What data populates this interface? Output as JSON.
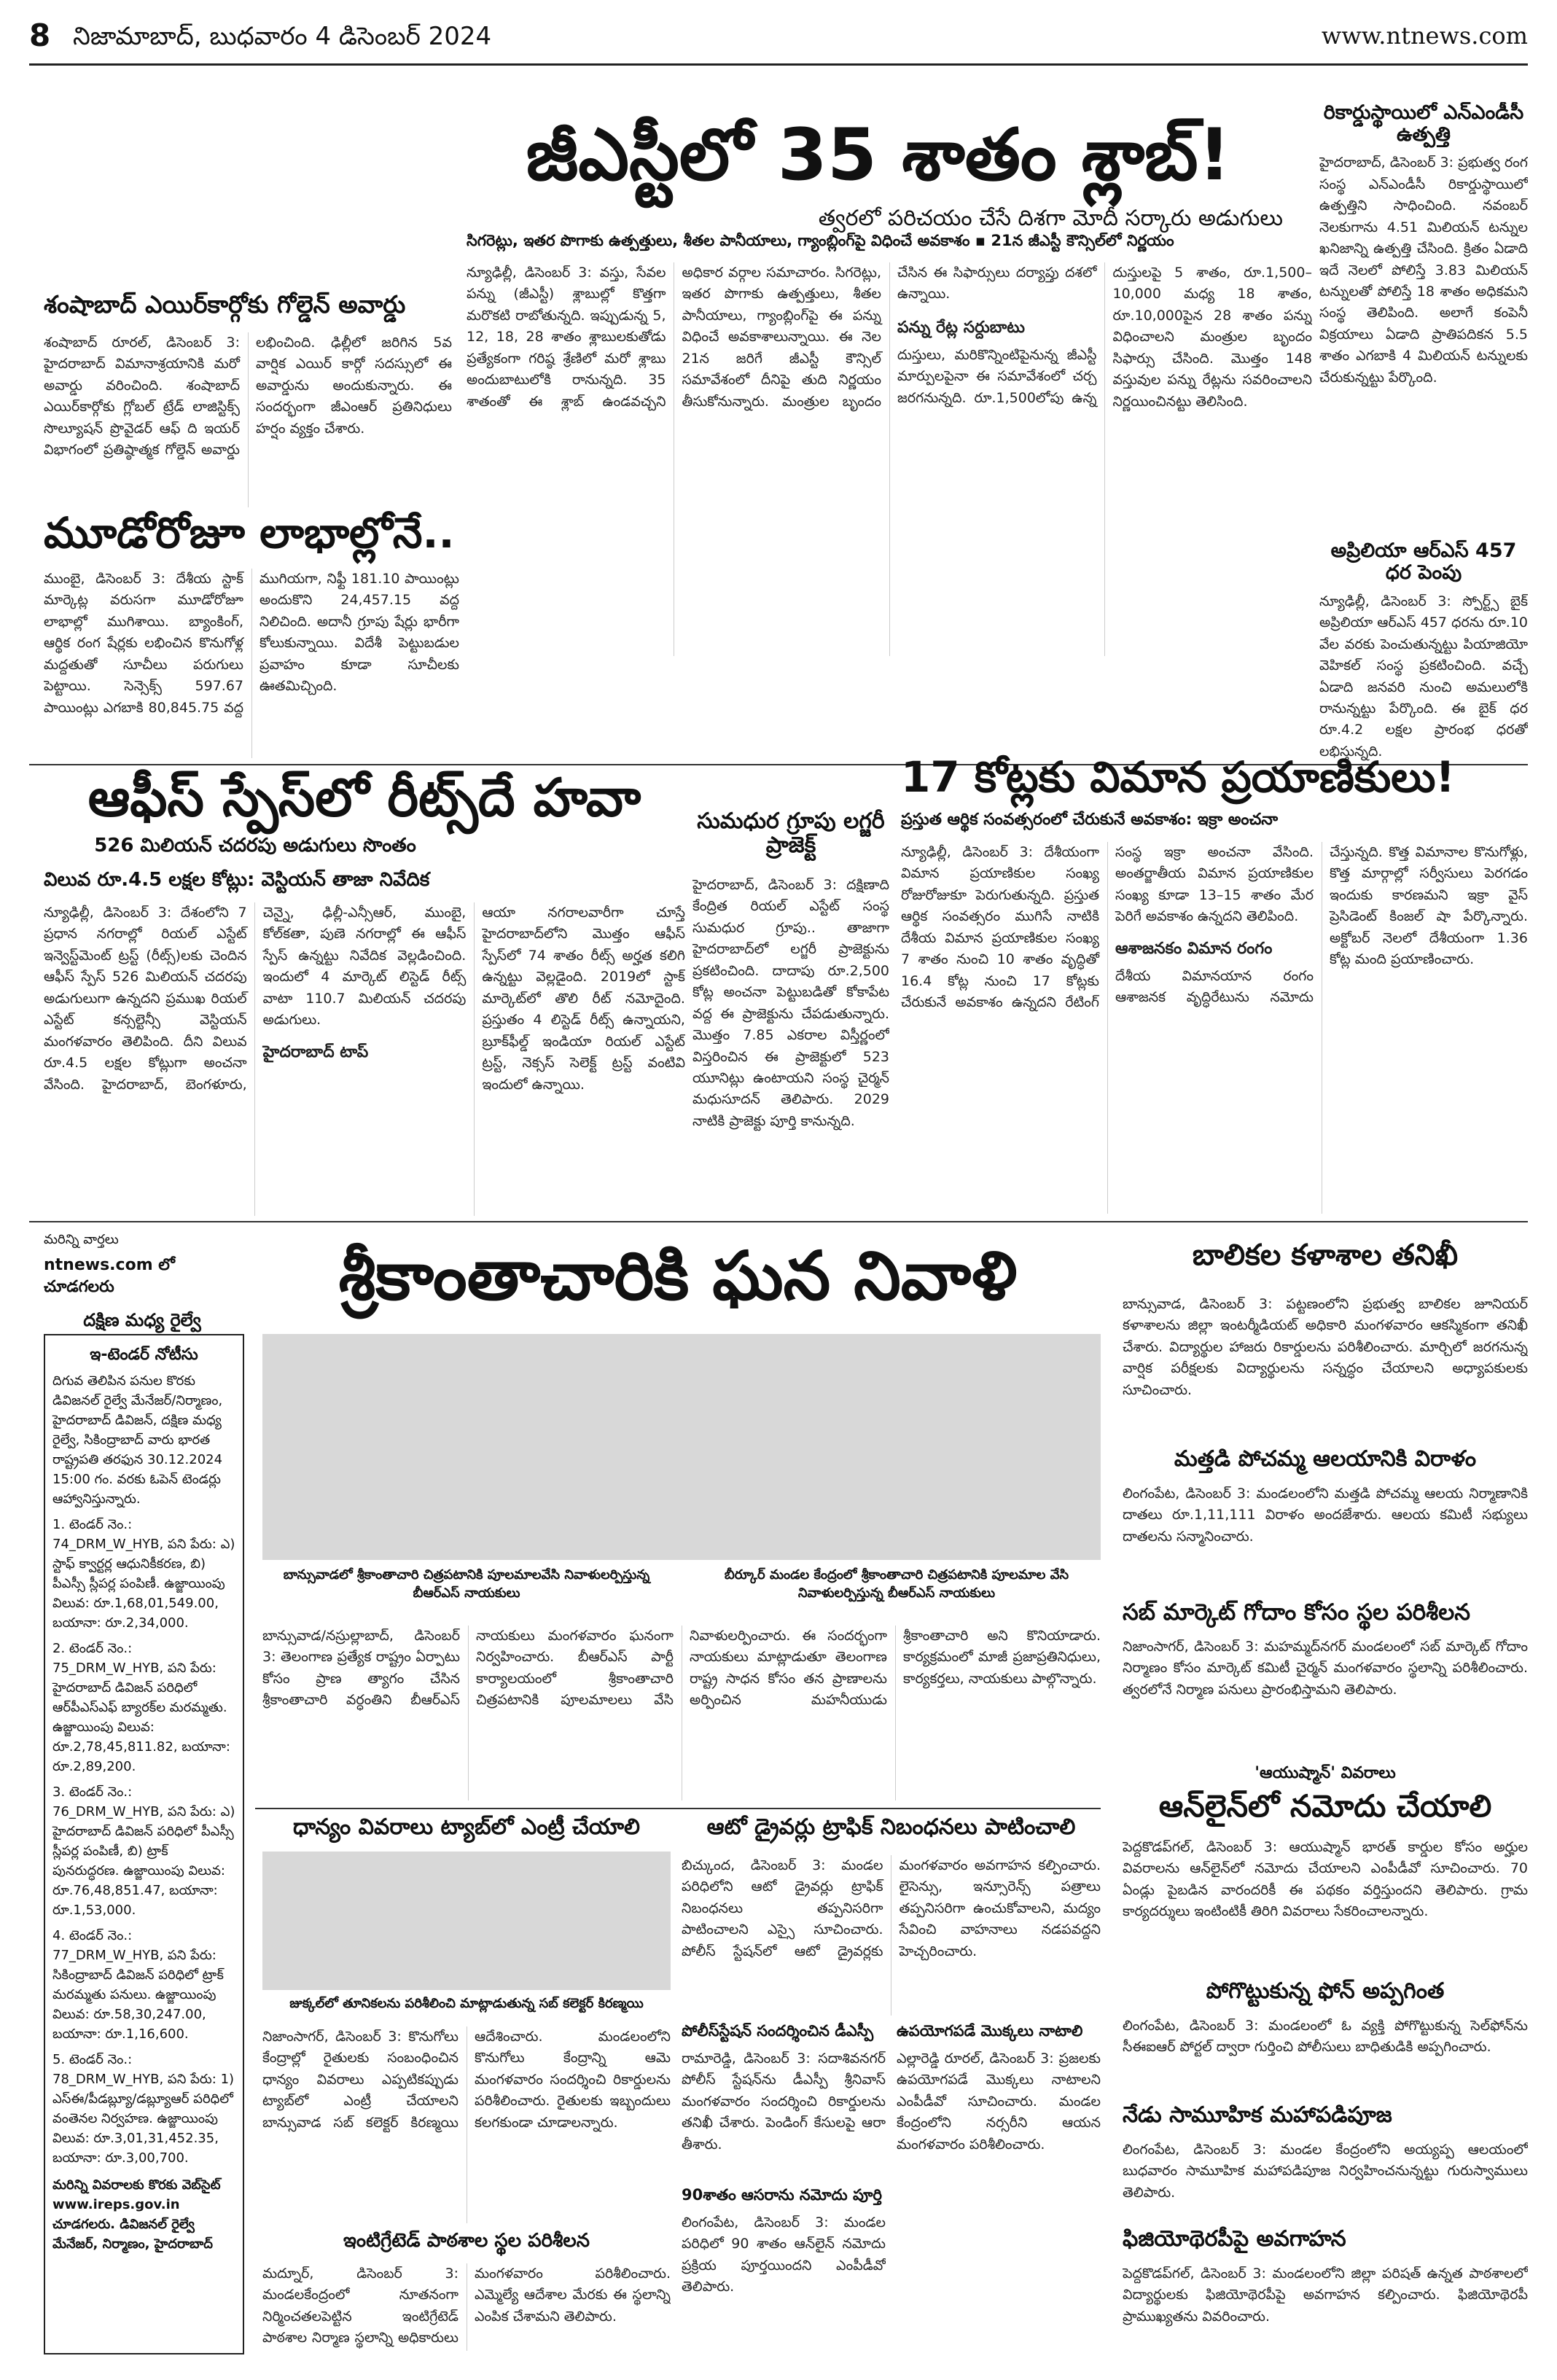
{
  "header": {
    "page_number": "8",
    "dateline": "నిజామాబాద్, బుధవారం 4 డిసెంబర్ 2024",
    "website": "www.ntnews.com"
  },
  "lead": {
    "headline": "జీఎస్టీలో 35 శాతం శ్లాబ్!",
    "kicker": "త్వరలో పరిచయం చేసే దిశగా మోదీ సర్కారు అడుగులు",
    "subline": "సిగరెట్లు, ఇతర పొగాకు ఉత్పత్తులు, శీతల పానీయాలు, గ్యాంబ్లింగ్‌పై విధించే అవకాశం ▪ 21న జీఎస్టీ కౌన్సిల్‌లో నిర్ణయం",
    "body": "న్యూఢిల్లీ, డిసెంబర్ 3: వస్తు, సేవల పన్ను (జీఎస్టీ) శ్లాబుల్లో కొత్తగా మరొకటి రాబోతున్నది. ఇప్పుడున్న 5, 12, 18, 28 శాతం శ్లాబులకుతోడు ప్రత్యేకంగా గరిష్ఠ శ్రేణిలో మరో శ్లాబు అందుబాటులోకి రానున్నది. 35 శాతంతో ఈ శ్లాబ్ ఉండవచ్చని అధికార వర్గాల సమాచారం. సిగరెట్లు, ఇతర పొగాకు ఉత్పత్తులు, శీతల పానీయాలు, గ్యాంబ్లింగ్‌పై ఈ పన్ను విధించే అవకాశాలున్నాయి. ఈ నెల 21న జరిగే జీఎస్టీ కౌన్సిల్ సమావేశంలో దీనిపై తుది నిర్ణయం తీసుకోనున్నారు. మంత్రుల బృందం చేసిన ఈ సిఫార్సులు దర్యాప్తు దశలో ఉన్నాయి.",
    "sub2": "పన్ను రేట్ల సర్దుబాటు",
    "body2": "దుస్తులు, మరికొన్నింటిపైనున్న జీఎస్టీ మార్పులపైనా ఈ సమావేశంలో చర్చ జరగనున్నది. రూ.1,500లోపు ఉన్న దుస్తులపై 5 శాతం, రూ.1,500–10,000 మధ్య 18 శాతం, రూ.10,000పైన 28 శాతం పన్ను విధించాలని మంత్రుల బృందం సిఫార్సు చేసింది. మొత్తం 148 వస్తువుల పన్ను రేట్లను సవరించాలని నిర్ణయించినట్టు తెలిసింది."
  },
  "side_news": {
    "item1_title": "రికార్డుస్థాయిలో ఎన్‌ఎండీసీ ఉత్పత్తి",
    "item1_body": "హైదరాబాద్, డిసెంబర్ 3: ప్రభుత్వ రంగ సంస్థ ఎన్‌ఎండీసీ రికార్డుస్థాయిలో ఉత్పత్తిని సాధించింది. నవంబర్ నెలకుగాను 4.51 మిలియన్ టన్నుల ఖనిజాన్ని ఉత్పత్తి చేసింది. క్రితం ఏడాది ఇదే నెలలో పోలిస్తే 3.83 మిలియన్ టన్నులతో పోలిస్తే 18 శాతం అధికమని సంస్థ తెలిపింది. అలాగే కంపెనీ విక్రయాలు ఏడాది ప్రాతిపదికన 5.5 శాతం ఎగబాకి 4 మిలియన్ టన్నులకు చేరుకున్నట్టు పేర్కొంది.",
    "item2_title": "అప్రిలియా ఆర్‌ఎస్ 457 ధర పెంపు",
    "item2_body": "న్యూఢిల్లీ, డిసెంబర్ 3: స్పోర్ట్స్ బైక్ అప్రిలియా ఆర్‌ఎస్ 457 ధరను రూ.10 వేల వరకు పెంచుతున్నట్టు పియాజియో వెహికల్ సంస్థ ప్రకటించింది. వచ్చే ఏడాది జనవరి నుంచి అమలులోకి రానున్నట్టు పేర్కొంది. ఈ బైక్ ధర రూ.4.2 లక్షల ప్రారంభ ధరతో లభిస్తున్నది."
  },
  "airport": {
    "headline": "శంషాబాద్ ఎయిర్‌కార్గోకు గోల్డెన్ అవార్డు",
    "body": "శంషాబాద్ రూరల్, డిసెంబర్ 3: హైదరాబాద్ విమానాశ్రయానికి మరో అవార్డు వరించింది. శంషాబాద్ ఎయిర్‌కార్గోకు గ్లోబల్ ట్రేడ్ లాజిస్టిక్స్ సొల్యూషన్ ప్రొవైడర్ ఆఫ్ ది ఇయర్ విభాగంలో ప్రతిష్ఠాత్మక గోల్డెన్ అవార్డు లభించింది. ఢిల్లీలో జరిగిన 5వ వార్షిక ఎయిర్ కార్గో సదస్సులో ఈ అవార్డును అందుకున్నారు. ఈ సందర్భంగా జీఎంఆర్ ప్రతినిధులు హర్షం వ్యక్తం చేశారు."
  },
  "markets": {
    "headline": "మూడోరోజూ లాభాల్లోనే..",
    "body": "ముంబై, డిసెంబర్ 3: దేశీయ స్టాక్ మార్కెట్ల వరుసగా మూడోరోజూ లాభాల్లో ముగిశాయి. బ్యాంకింగ్, ఆర్థిక రంగ షేర్లకు లభించిన కొనుగోళ్ల మద్దతుతో సూచీలు పరుగులు పెట్టాయి. సెన్సెక్స్ 597.67 పాయింట్లు ఎగబాకి 80,845.75 వద్ద ముగియగా, నిఫ్టీ 181.10 పాయింట్లు అందుకొని 24,457.15 వద్ద నిలిచింది. అదానీ గ్రూపు షేర్లు భారీగా కోలుకున్నాయి. విదేశీ పెట్టుబడుల ప్రవాహం కూడా సూచీలకు ఊతమిచ్చింది."
  },
  "reits": {
    "headline": "ఆఫీస్ స్పేస్‌లో రీట్స్‌దే హవా",
    "sub1": "526 మిలియన్ చదరపు అడుగులు సొంతం",
    "sub2": "విలువ రూ.4.5 లక్షల కోట్లు: వెస్టియన్ తాజా నివేదిక",
    "body": "న్యూఢిల్లీ, డిసెంబర్ 3: దేశంలోని 7 ప్రధాన నగరాల్లో రియల్ ఎస్టేట్ ఇన్వెస్ట్‌మెంట్ ట్రస్ట్ (రీట్స్)లకు చెందిన ఆఫీస్ స్పేస్ 526 మిలియన్ చదరపు అడుగులుగా ఉన్నదని ప్రముఖ రియల్ ఎస్టేట్ కన్సల్టెన్సీ వెస్టియన్ మంగళవారం తెలిపింది. దీని విలువ రూ.4.5 లక్షల కోట్లుగా అంచనా వేసింది. హైదరాబాద్, బెంగళూరు, చెన్నై, ఢిల్లీ-ఎన్సీఆర్, ముంబై, కోల్‌కతా, పుణె నగరాల్లో ఈ ఆఫీస్ స్పేస్ ఉన్నట్టు నివేదిక వెల్లడించింది. ఇందులో 4 మార్కెట్ లిస్టెడ్ రీట్స్ వాటా 110.7 మిలియన్ చదరపు అడుగులు.",
    "sub3": "హైదరాబాద్ టాప్",
    "body2": "ఆయా నగరాలవారీగా చూస్తే హైదరాబాద్‌లోని మొత్తం ఆఫీస్ స్పేస్‌లో 74 శాతం రీట్స్ అర్హత కలిగి ఉన్నట్టు వెల్లడైంది. 2019లో స్టాక్ మార్కెట్‌లో తొలి రీట్ నమోదైంది. ప్రస్తుతం 4 లిస్టెడ్ రీట్స్ ఉన్నాయని, బ్రూక్‌ఫీల్డ్ ఇండియా రియల్ ఎస్టేట్ ట్రస్ట్, నెక్సస్ సెలెక్ట్ ట్రస్ట్ వంటివి ఇందులో ఉన్నాయి."
  },
  "sumadhura": {
    "headline": "సుమధుర గ్రూపు లగ్జరీ ప్రాజెక్ట్",
    "body": "హైదరాబాద్, డిసెంబర్ 3: దక్షిణాది కేంద్రిత రియల్ ఎస్టేట్ సంస్థ సుమధుర గ్రూపు.. తాజాగా హైదరాబాద్‌లో లగ్జరీ ప్రాజెక్టును ప్రకటించింది. దాదాపు రూ.2,500 కోట్ల అంచనా పెట్టుబడితో కోకాపేట వద్ద ఈ ప్రాజెక్టును చేపడుతున్నారు. మొత్తం 7.85 ఎకరాల విస్తీర్ణంలో విస్తరించిన ఈ ప్రాజెక్టులో 523 యూనిట్లు ఉంటాయని సంస్థ చైర్మన్ మధుసూదన్ తెలిపారు. 2029 నాటికి ప్రాజెక్టు పూర్తి కానున్నది."
  },
  "flyers": {
    "headline": "17 కోట్లకు విమాన ప్రయాణికులు!",
    "kicker": "ప్రస్తుత ఆర్థిక సంవత్సరంలో చేరుకునే అవకాశం: ఇక్రా అంచనా",
    "body": "న్యూఢిల్లీ, డిసెంబర్ 3: దేశీయంగా విమాన ప్రయాణికుల సంఖ్య రోజురోజుకూ పెరుగుతున్నది. ప్రస్తుత ఆర్థిక సంవత్సరం ముగిసే నాటికి దేశీయ విమాన ప్రయాణికుల సంఖ్య 7 శాతం నుంచి 10 శాతం వృద్ధితో 16.4 కోట్ల నుంచి 17 కోట్లకు చేరుకునే అవకాశం ఉన్నదని రేటింగ్ సంస్థ ఇక్రా అంచనా వేసింది. అంతర్జాతీయ విమాన ప్రయాణికుల సంఖ్య కూడా 13–15 శాతం మేర పెరిగే అవకాశం ఉన్నదని తెలిపింది.",
    "sub": "ఆశాజనకం విమాన రంగం",
    "body2": "దేశీయ విమానయాన రంగం ఆశాజనక వృద్ధిరేటును నమోదు చేస్తున్నది. కొత్త విమానాల కొనుగోళ్లు, కొత్త మార్గాల్లో సర్వీసులు పెరగడం ఇందుకు కారణమని ఇక్రా వైస్ ప్రెసిడెంట్ కింజల్ షా పేర్కొన్నారు. అక్టోబర్ నెలలో దేశీయంగా 1.36 కోట్ల మంది ప్రయాణించారు."
  },
  "left_ad": {
    "source": "మరిన్ని వార్తలు",
    "website": "ntnews.com లో చూడగలరు",
    "org": "దక్షిణ మధ్య రైల్వే",
    "title": "ఇ-టెండర్ నోటీసు",
    "body": "దిగువ తెలిపిన పనుల కొరకు డివిజనల్ రైల్వే మేనేజర్/నిర్మాణం, హైదరాబాద్ డివిజన్, దక్షిణ మధ్య రైల్వే, సికింద్రాబాద్ వారు భారత రాష్ట్రపతి తరఫున 30.12.2024 15:00 గం. వరకు ఓపెన్ టెండర్లు ఆహ్వానిస్తున్నారు.",
    "items": [
      "1. టెండర్ నెం.: 74_DRM_W_HYB, పని పేరు: ఎ) స్టాఫ్ క్వార్టర్ల ఆధునికీకరణ, బి) పీఎస్సీ స్లీపర్ల పంపిణీ. ఉజ్జాయింపు విలువ: రూ.1,68,01,549.00, బయానా: రూ.2,34,000.",
      "2. టెండర్ నెం.: 75_DRM_W_HYB, పని పేరు: హైదరాబాద్ డివిజన్ పరిధిలో ఆర్‌పీఎస్ఎఫ్ బ్యారక్‌ల మరమ్మతు. ఉజ్జాయింపు విలువ: రూ.2,78,45,811.82, బయానా: రూ.2,89,200.",
      "3. టెండర్ నెం.: 76_DRM_W_HYB, పని పేరు: ఎ) హైదరాబాద్ డివిజన్ పరిధిలో పీఎస్సీ స్లీపర్ల పంపిణీ, బి) ట్రాక్ పునరుద్ధరణ. ఉజ్జాయింపు విలువ: రూ.76,48,851.47, బయానా: రూ.1,53,000.",
      "4. టెండర్ నెం.: 77_DRM_W_HYB, పని పేరు: సికింద్రాబాద్ డివిజన్ పరిధిలో ట్రాక్ మరమ్మతు పనులు. ఉజ్జాయింపు విలువ: రూ.58,30,247.00, బయానా: రూ.1,16,600.",
      "5. టెండర్ నెం.: 78_DRM_W_HYB, పని పేరు: 1) ఎస్ఈ/పీడబ్ల్యూ/డబ్ల్యూఆర్ పరిధిలో వంతెనల నిర్వహణ. ఉజ్జాయింపు విలువ: రూ.3,01,31,452.35, బయానా: రూ.3,00,700."
    ],
    "footer": "మరిన్ని వివరాలకు కొరకు వెబ్‌సైట్ www.ireps.gov.in చూడగలరు. డివిజనల్ రైల్వే మేనేజర్, నిర్మాణం, హైదరాబాద్"
  },
  "tribute": {
    "headline": "శ్రీకాంతాచారికి ఘన నివాళి",
    "cap1": "బాన్సువాడలో శ్రీకాంతాచారి చిత్రపటానికి పూలమాలవేసి నివాళులర్పిస్తున్న బీఆర్‌ఎస్ నాయకులు",
    "cap2": "బీర్కూర్ మండల కేంద్రంలో శ్రీకాంతాచారి చిత్రపటానికి పూలమాల వేసి నివాళులర్పిస్తున్న బీఆర్‌ఎస్ నాయకులు",
    "body": "బాన్సువాడ/నస్రుల్లాబాద్, డిసెంబర్ 3: తెలంగాణ ప్రత్యేక రాష్ట్రం ఏర్పాటు కోసం ప్రాణ త్యాగం చేసిన శ్రీకాంతాచారి వర్ధంతిని బీఆర్‌ఎస్ నాయకులు మంగళవారం ఘనంగా నిర్వహించారు. బీఆర్‌ఎస్ పార్టీ కార్యాలయంలో శ్రీకాంతాచారి చిత్రపటానికి పూలమాలలు వేసి నివాళులర్పించారు. ఈ సందర్భంగా నాయకులు మాట్లాడుతూ తెలంగాణ రాష్ట్ర సాధన కోసం తన ప్రాణాలను అర్పించిన మహనీయుడు శ్రీకాంతాచారి అని కొనియాడారు. కార్యక్రమంలో మాజీ ప్రజాప్రతినిధులు, కార్యకర్తలు, నాయకులు పాల్గొన్నారు."
  },
  "grain": {
    "headline": "ధాన్యం వివరాలు ట్యాబ్‌లో ఎంట్రీ చేయాలి",
    "cap": "జుక్కల్‌లో తూనికలను పరిశీలించి మాట్లాడుతున్న సబ్ కలెక్టర్ కిరణ్మయి",
    "body": "నిజాంసాగర్, డిసెంబర్ 3: కొనుగోలు కేంద్రాల్లో రైతులకు సంబంధించిన ధాన్యం వివరాలు ఎప్పటికప్పుడు ట్యాబ్‌లో ఎంట్రీ చేయాలని బాన్సువాడ సబ్ కలెక్టర్ కిరణ్మయి ఆదేశించారు. మండలంలోని కొనుగోలు కేంద్రాన్ని ఆమె మంగళవారం సందర్శించి రికార్డులను పరిశీలించారు. రైతులకు ఇబ్బందులు కలగకుండా చూడాలన్నారు."
  },
  "integrated": {
    "headline": "ఇంటిగ్రేటెడ్ పాఠశాల స్థల పరిశీలన",
    "body": "మద్నూర్, డిసెంబర్ 3: మండలకేంద్రంలో నూతనంగా నిర్మించతలపెట్టిన ఇంటిగ్రేటెడ్ పాఠశాల నిర్మాణ స్థలాన్ని అధికారులు మంగళవారం పరిశీలించారు. ఎమ్మెల్యే ఆదేశాల మేరకు ఈ స్థలాన్ని ఎంపిక చేశామని తెలిపారు."
  },
  "auto": {
    "headline": "ఆటో డ్రైవర్లు ట్రాఫిక్ నిబంధనలు పాటించాలి",
    "body": "బిచ్కుంద, డిసెంబర్ 3: మండల పరిధిలోని ఆటో డ్రైవర్లు ట్రాఫిక్ నిబంధనలు తప్పనిసరిగా పాటించాలని ఎస్సై సూచించారు. పోలీస్ స్టేషన్‌లో ఆటో డ్రైవర్లకు మంగళవారం అవగాహన కల్పించారు. లైసెన్సు, ఇన్సూరెన్స్ పత్రాలు తప్పనిసరిగా ఉంచుకోవాలని, మద్యం సేవించి వాహనాలు నడపవద్దని హెచ్చరించారు."
  },
  "dsp": {
    "headline": "పోలీస్‌స్టేషన్ సందర్శించిన డీఎస్పీ",
    "body": "రామారెడ్డి, డిసెంబర్ 3: సదాశివనగర్ పోలీస్ స్టేషన్‌ను డీఎస్పీ శ్రీనివాస్ మంగళవారం సందర్శించి రికార్డులను తనిఖీ చేశారు. పెండింగ్ కేసులపై ఆరా తీశారు."
  },
  "aasara": {
    "headline": "90శాతం ఆసరాను నమోదు పూర్తి",
    "body": "లింగంపేట, డిసెంబర్ 3: మండల పరిధిలో 90 శాతం ఆన్‌లైన్ నమోదు ప్రక్రియ పూర్తయిందని ఎంపీడీవో తెలిపారు."
  },
  "savings": {
    "headline": "ఉపయోగపడే మొక్కలు నాటాలి",
    "body": "ఎల్లారెడ్డి రూరల్, డిసెంబర్ 3: ప్రజలకు ఉపయోగపడే మొక్కలు నాటాలని ఎంపీడీవో సూచించారు. మండల కేంద్రంలోని నర్సరీని ఆయన మంగళవారం పరిశీలించారు."
  },
  "girls": {
    "headline": "బాలికల కళాశాల తనిఖీ",
    "body": "బాన్సువాడ, డిసెంబర్ 3: పట్టణంలోని ప్రభుత్వ బాలికల జూనియర్ కళాశాలను జిల్లా ఇంటర్మీడియట్ అధికారి మంగళవారం ఆకస్మికంగా తనిఖీ చేశారు. విద్యార్థుల హాజరు రికార్డులను పరిశీలించారు. మార్చిలో జరగనున్న వార్షిక పరీక్షలకు విద్యార్థులను సన్నద్ధం చేయాలని అధ్యాపకులకు సూచించారు."
  },
  "temple": {
    "headline": "మత్తడి పోచమ్మ ఆలయానికి విరాళం",
    "body": "లింగంపేట, డిసెంబర్ 3: మండలంలోని మత్తడి పోచమ్మ ఆలయ నిర్మాణానికి దాతలు రూ.1,11,111 విరాళం అందజేశారు. ఆలయ కమిటీ సభ్యులు దాతలను సన్మానించారు."
  },
  "submarket": {
    "headline": "సబ్ మార్కెట్ గోదాం కోసం స్థల పరిశీలన",
    "body": "నిజాంసాగర్, డిసెంబర్ 3: మహమ్మద్‌నగర్ మండలంలో సబ్ మార్కెట్ గోదాం నిర్మాణం కోసం మార్కెట్ కమిటీ చైర్మన్ మంగళవారం స్థలాన్ని పరిశీలించారు. త్వరలోనే నిర్మాణ పనులు ప్రారంభిస్తామని తెలిపారు."
  },
  "ayushman": {
    "kicker": "'ఆయుష్మాన్' వివరాలు",
    "headline": "ఆన్‌లైన్‌లో నమోదు చేయాలి",
    "body": "పెద్దకొడప్‌గల్, డిసెంబర్ 3: ఆయుష్మాన్ భారత్ కార్డుల కోసం అర్హుల వివరాలను ఆన్‌లైన్‌లో నమోదు చేయాలని ఎంపీడీవో సూచించారు. 70 ఏండ్లు పైబడిన వారందరికీ ఈ పథకం వర్తిస్తుందని తెలిపారు. గ్రామ కార్యదర్శులు ఇంటింటికీ తిరిగి వివరాలు సేకరించాలన్నారు."
  },
  "phone": {
    "headline": "పోగొట్టుకున్న ఫోన్ అప్పగింత",
    "body": "లింగంపేట, డిసెంబర్ 3: మండలంలో ఓ వ్యక్తి పోగొట్టుకున్న సెల్‌ఫోన్‌ను సీఈఐఆర్ పోర్టల్ ద్వారా గుర్తించి పోలీసులు బాధితుడికి అప్పగించారు."
  },
  "padapooja": {
    "headline": "నేడు సామూహిక మహాపడిపూజ",
    "body": "లింగంపేట, డిసెంబర్ 3: మండల కేంద్రంలోని అయ్యప్ప ఆలయంలో బుధవారం సామూహిక మహాపడిపూజ నిర్వహించనున్నట్టు గురుస్వాములు తెలిపారు."
  },
  "physio": {
    "headline": "ఫిజియోథెరపీపై అవగాహన",
    "body": "పెద్దకొడప్‌గల్, డిసెంబర్ 3: మండలంలోని జిల్లా పరిషత్ ఉన్నత పాఠశాలలో విద్యార్థులకు ఫిజియోథెరపీపై అవగాహన కల్పించారు. ఫిజియోథెరపీ ప్రాముఖ్యతను వివరించారు."
  }
}
